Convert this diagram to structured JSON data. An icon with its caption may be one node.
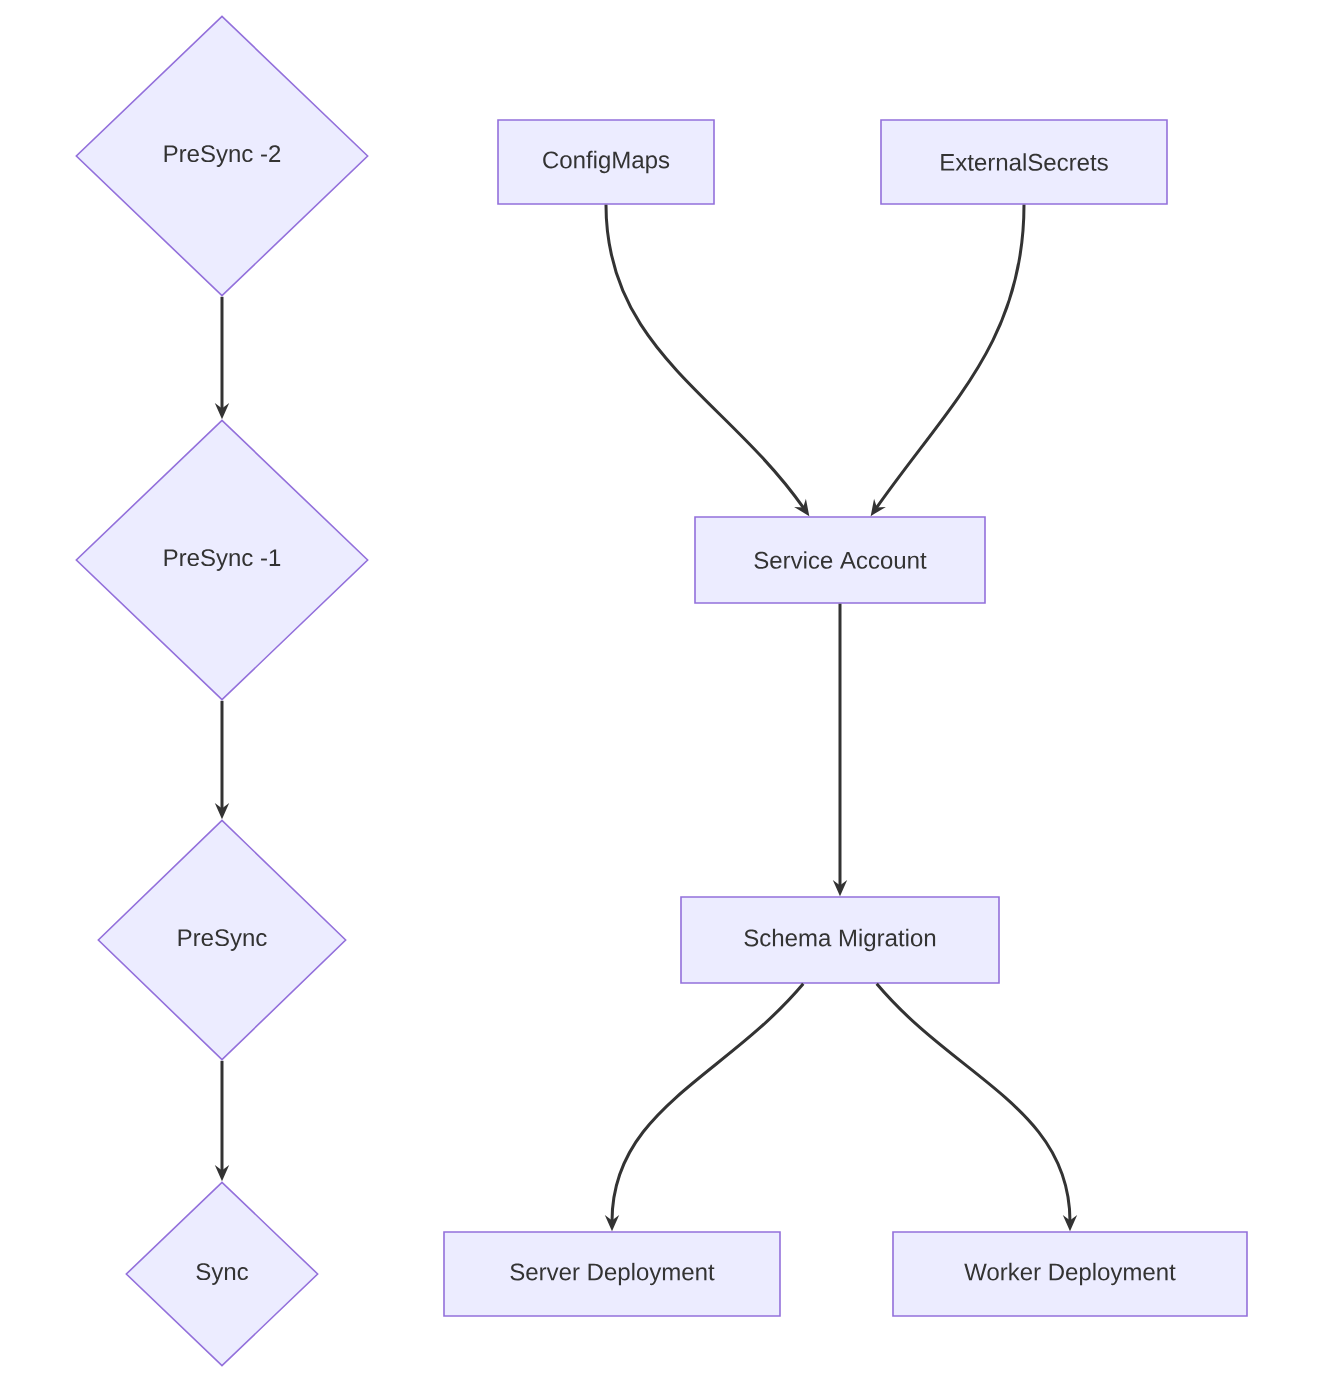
{
  "diagram": {
    "nodes": [
      {
        "text": [
          "PreSync -2"
        ]
      },
      {
        "text": [
          "PreSync -1"
        ]
      },
      {
        "text": [
          "PreSync"
        ]
      },
      {
        "text": [
          "Sync"
        ]
      },
      {
        "text": [
          "ConfigMaps"
        ]
      },
      {
        "text": [
          "ExternalSecrets"
        ]
      },
      {
        "text": [
          "Service Account"
        ]
      },
      {
        "text": [
          "Schema Migration"
        ]
      },
      {
        "text": [
          "Server Deployment"
        ]
      },
      {
        "text": [
          "Worker Deployment"
        ]
      }
    ],
    "edges": [
      {
        "from": 0,
        "to": 1,
        "arrow": "to"
      },
      {
        "from": 1,
        "to": 2,
        "arrow": "to"
      },
      {
        "from": 2,
        "to": 3,
        "arrow": "to"
      },
      {
        "from": 4,
        "to": 6,
        "arrow": "to"
      },
      {
        "from": 5,
        "to": 6,
        "arrow": "to"
      },
      {
        "from": 6,
        "to": 7,
        "arrow": "to"
      },
      {
        "from": 7,
        "to": 8,
        "arrow": "to"
      },
      {
        "from": 7,
        "to": 9,
        "arrow": "to"
      }
    ]
  }
}
